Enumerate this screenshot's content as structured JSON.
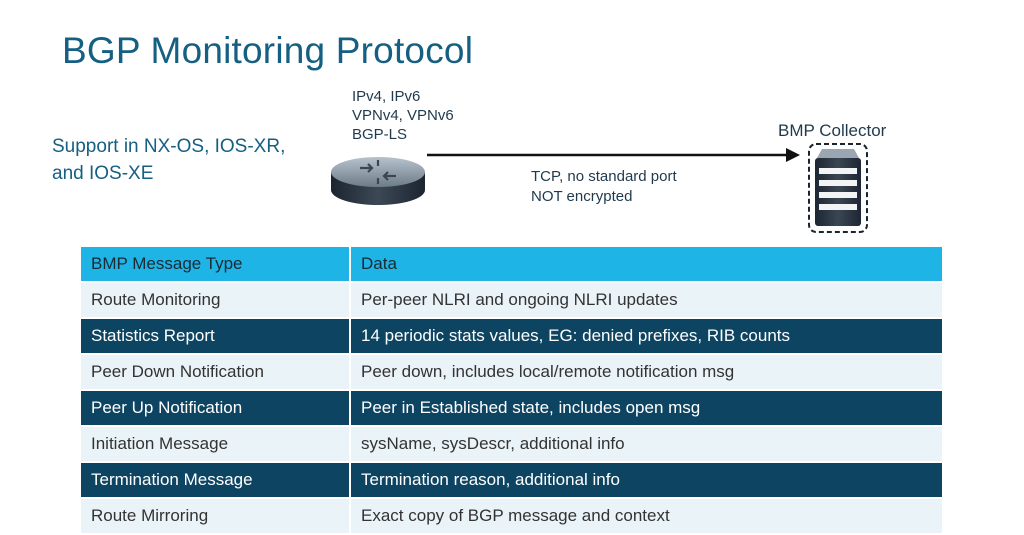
{
  "title": "BGP Monitoring Protocol",
  "support_text": "Support in NX-OS, IOS-XR, and IOS-XE",
  "address_families": [
    "IPv4, IPv6",
    "VPNv4, VPNv6",
    "BGP-LS"
  ],
  "connection": {
    "line1": "TCP, no standard port",
    "line2": "NOT encrypted"
  },
  "collector_label": "BMP Collector",
  "icons": {
    "router": "router-icon",
    "collector": "server-stack-icon",
    "arrow": "arrow-right-icon"
  },
  "colors": {
    "title": "#155f82",
    "header_bg": "#1fb4e6",
    "row_dark": "#0d4462",
    "row_light": "#e9f3f8"
  },
  "table": {
    "headers": [
      "BMP Message Type",
      "Data"
    ],
    "rows": [
      {
        "type": "Route Monitoring",
        "data": "Per-peer NLRI and ongoing NLRI updates",
        "style": "light"
      },
      {
        "type": "Statistics Report",
        "data": "14 periodic stats values, EG: denied prefixes, RIB counts",
        "style": "dark"
      },
      {
        "type": "Peer Down Notification",
        "data": "Peer down, includes local/remote notification msg",
        "style": "light"
      },
      {
        "type": "Peer Up Notification",
        "data": "Peer in Established state, includes open msg",
        "style": "dark"
      },
      {
        "type": "Initiation Message",
        "data": "sysName, sysDescr, additional info",
        "style": "light"
      },
      {
        "type": "Termination Message",
        "data": "Termination reason, additional info",
        "style": "dark"
      },
      {
        "type": "Route Mirroring",
        "data": "Exact copy of BGP message and context",
        "style": "light"
      }
    ]
  }
}
